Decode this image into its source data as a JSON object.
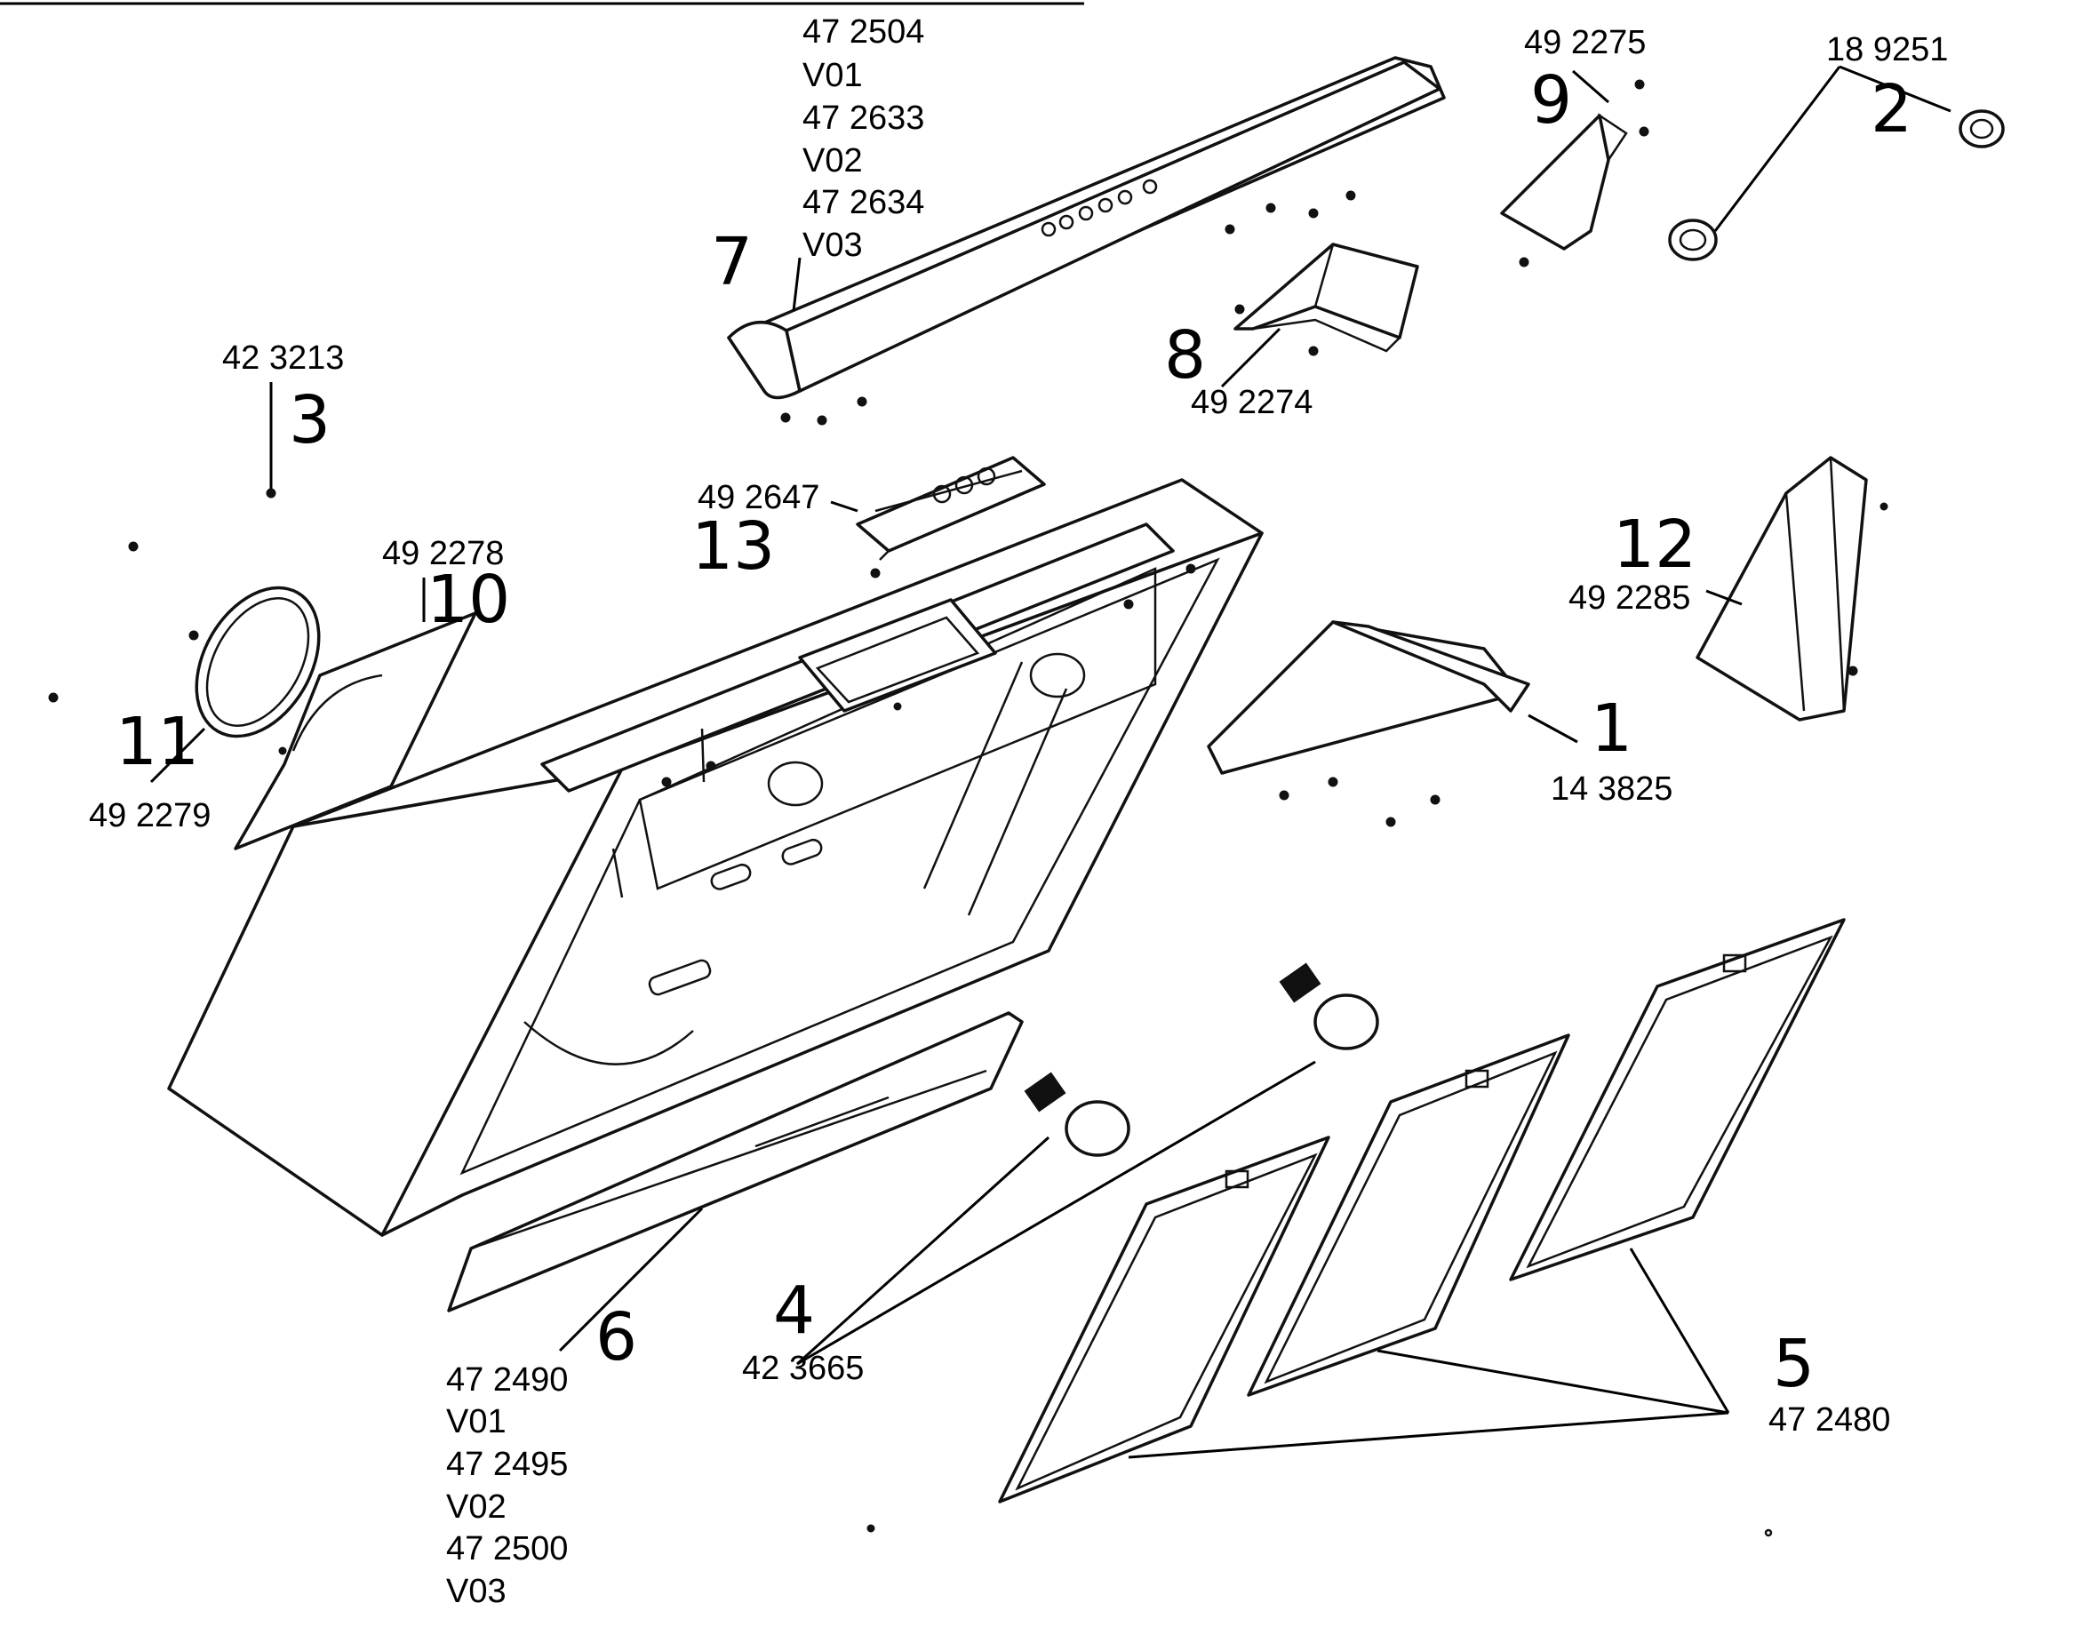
{
  "callouts": {
    "c1": {
      "index": "1",
      "codes": [
        "14 3825"
      ]
    },
    "c2": {
      "index": "2",
      "codes": [
        "18 9251"
      ]
    },
    "c3": {
      "index": "3",
      "codes": [
        "42 3213"
      ]
    },
    "c4": {
      "index": "4",
      "codes": [
        "42 3665"
      ]
    },
    "c5": {
      "index": "5",
      "codes": [
        "47 2480"
      ]
    },
    "c6": {
      "index": "6",
      "codes": [
        "47 2490",
        "V01",
        "47 2495",
        "V02",
        "47 2500",
        "V03"
      ]
    },
    "c7": {
      "index": "7",
      "codes": [
        "47 2504",
        "V01",
        "47 2633",
        "V02",
        "47 2634",
        "V03"
      ]
    },
    "c8": {
      "index": "8",
      "codes": [
        "49 2274"
      ]
    },
    "c9": {
      "index": "9",
      "codes": [
        "49 2275"
      ]
    },
    "c10": {
      "index": "10",
      "codes": [
        "49 2278"
      ]
    },
    "c11": {
      "index": "11",
      "codes": [
        "49 2279"
      ]
    },
    "c12": {
      "index": "12",
      "codes": [
        "49 2285"
      ]
    },
    "c13": {
      "index": "13",
      "codes": [
        "49 2647"
      ]
    }
  }
}
